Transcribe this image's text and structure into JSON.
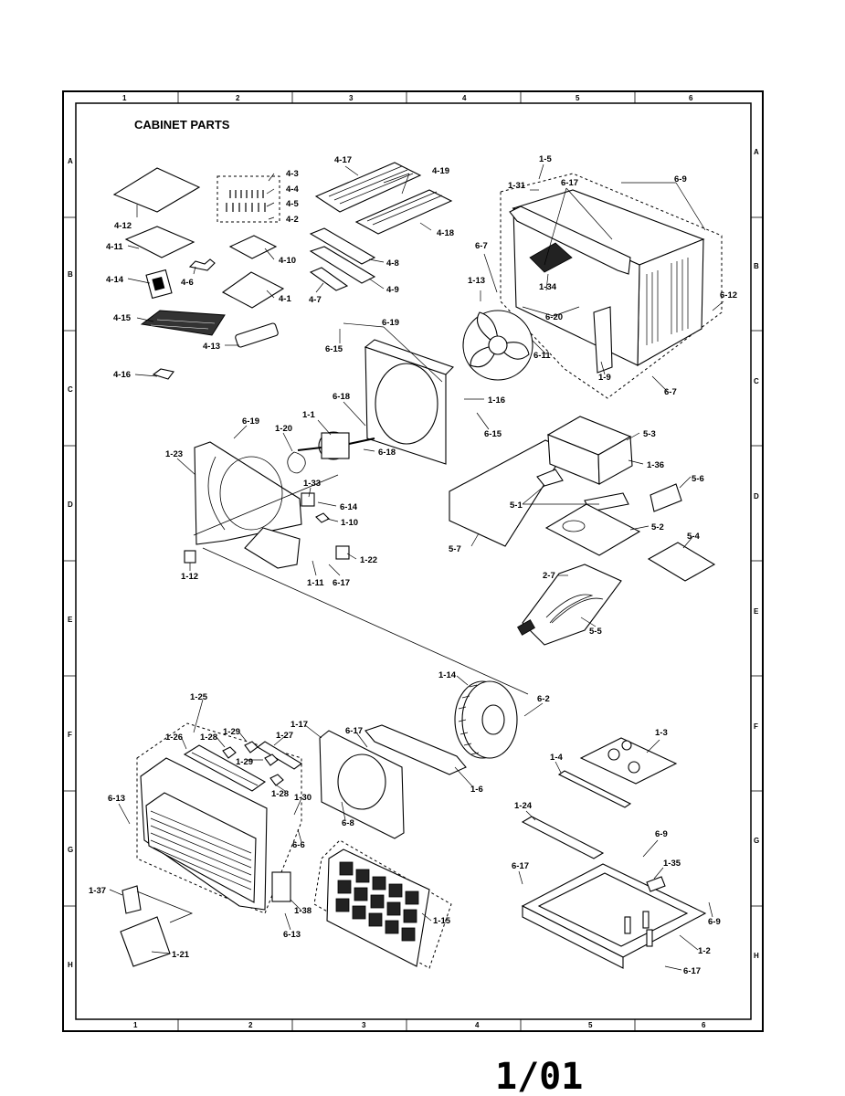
{
  "title": "CABINET PARTS",
  "page_number": "1/01",
  "ruler": {
    "columns": [
      "1",
      "2",
      "3",
      "4",
      "5",
      "6"
    ],
    "rows": [
      "A",
      "B",
      "C",
      "D",
      "E",
      "F",
      "G",
      "H"
    ]
  },
  "labels": {
    "c4_12": "4-12",
    "c4_11": "4-11",
    "c4_14": "4-14",
    "c4_6": "4-6",
    "c4_15": "4-15",
    "c4_13": "4-13",
    "c4_16": "4-16",
    "c4_3": "4-3",
    "c4_4": "4-4",
    "c4_5": "4-5",
    "c4_2": "4-2",
    "c4_10": "4-10",
    "c4_1": "4-1",
    "c4_17": "4-17",
    "c4_19": "4-19",
    "c4_18": "4-18",
    "c4_8": "4-8",
    "c4_9": "4-9",
    "c4_7": "4-7",
    "c1_5": "1-5",
    "c1_31": "1-31",
    "c6_17a": "6-17",
    "c6_9a": "6-9",
    "c6_7a": "6-7",
    "c1_13": "1-13",
    "c1_34": "1-34",
    "c6_20": "6-20",
    "c6_12": "6-12",
    "c6_11": "6-11",
    "c1_9": "1-9",
    "c6_7b": "6-7",
    "c6_19a": "6-19",
    "c6_15a": "6-15",
    "c1_16": "1-16",
    "c6_15b": "6-15",
    "c6_18a": "6-18",
    "c1_1": "1-1",
    "c6_18b": "6-18",
    "c6_19b": "6-19",
    "c1_20": "1-20",
    "c1_23": "1-23",
    "c1_33": "1-33",
    "c6_14": "6-14",
    "c1_10": "1-10",
    "c1_22": "1-22",
    "c1_11": "1-11",
    "c6_17b": "6-17",
    "c1_12": "1-12",
    "c5_3": "5-3",
    "c1_36": "1-36",
    "c5_6": "5-6",
    "c5_1": "5-1",
    "c5_2": "5-2",
    "c5_4": "5-4",
    "c5_7": "5-7",
    "c2_7": "2-7",
    "c5_5": "5-5",
    "c1_14": "1-14",
    "c6_2": "6-2",
    "c1_25": "1-25",
    "c1_26": "1-26",
    "c1_28a": "1-28",
    "c1_29a": "1-29",
    "c1_27": "1-27",
    "c1_29b": "1-29",
    "c1_28b": "1-28",
    "c1_17": "1-17",
    "c6_17c": "6-17",
    "c1_6": "1-6",
    "c6_13a": "6-13",
    "c1_30": "1-30",
    "c6_6": "6-6",
    "c6_8": "6-8",
    "c1_37": "1-37",
    "c1_38": "1-38",
    "c6_13b": "6-13",
    "c1_15": "1-15",
    "c1_21": "1-21",
    "c1_3": "1-3",
    "c1_4": "1-4",
    "c1_24": "1-24",
    "c6_9b": "6-9",
    "c6_17d": "6-17",
    "c1_35": "1-35",
    "c6_9c": "6-9",
    "c1_2": "1-2",
    "c6_17e": "6-17"
  }
}
